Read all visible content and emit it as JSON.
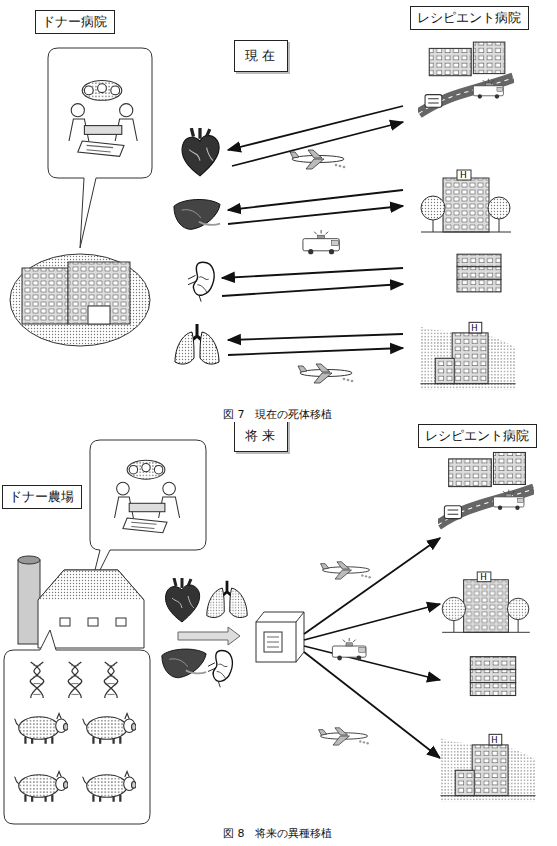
{
  "diagram": {
    "nodes": [
      {
        "text": [
          "ドナー病院"
        ]
      },
      {
        "text": [
          "現 在"
        ]
      },
      {
        "text": [
          "レシピエント病院"
        ]
      },
      {
        "text": [
          "将 来"
        ]
      },
      {
        "text": [
          "レシピエント病院"
        ]
      },
      {
        "text": [
          "ドナー農場"
        ]
      }
    ],
    "labels": [
      "図 7　現在の死体移植",
      "図 8　将来の異種移植"
    ]
  }
}
